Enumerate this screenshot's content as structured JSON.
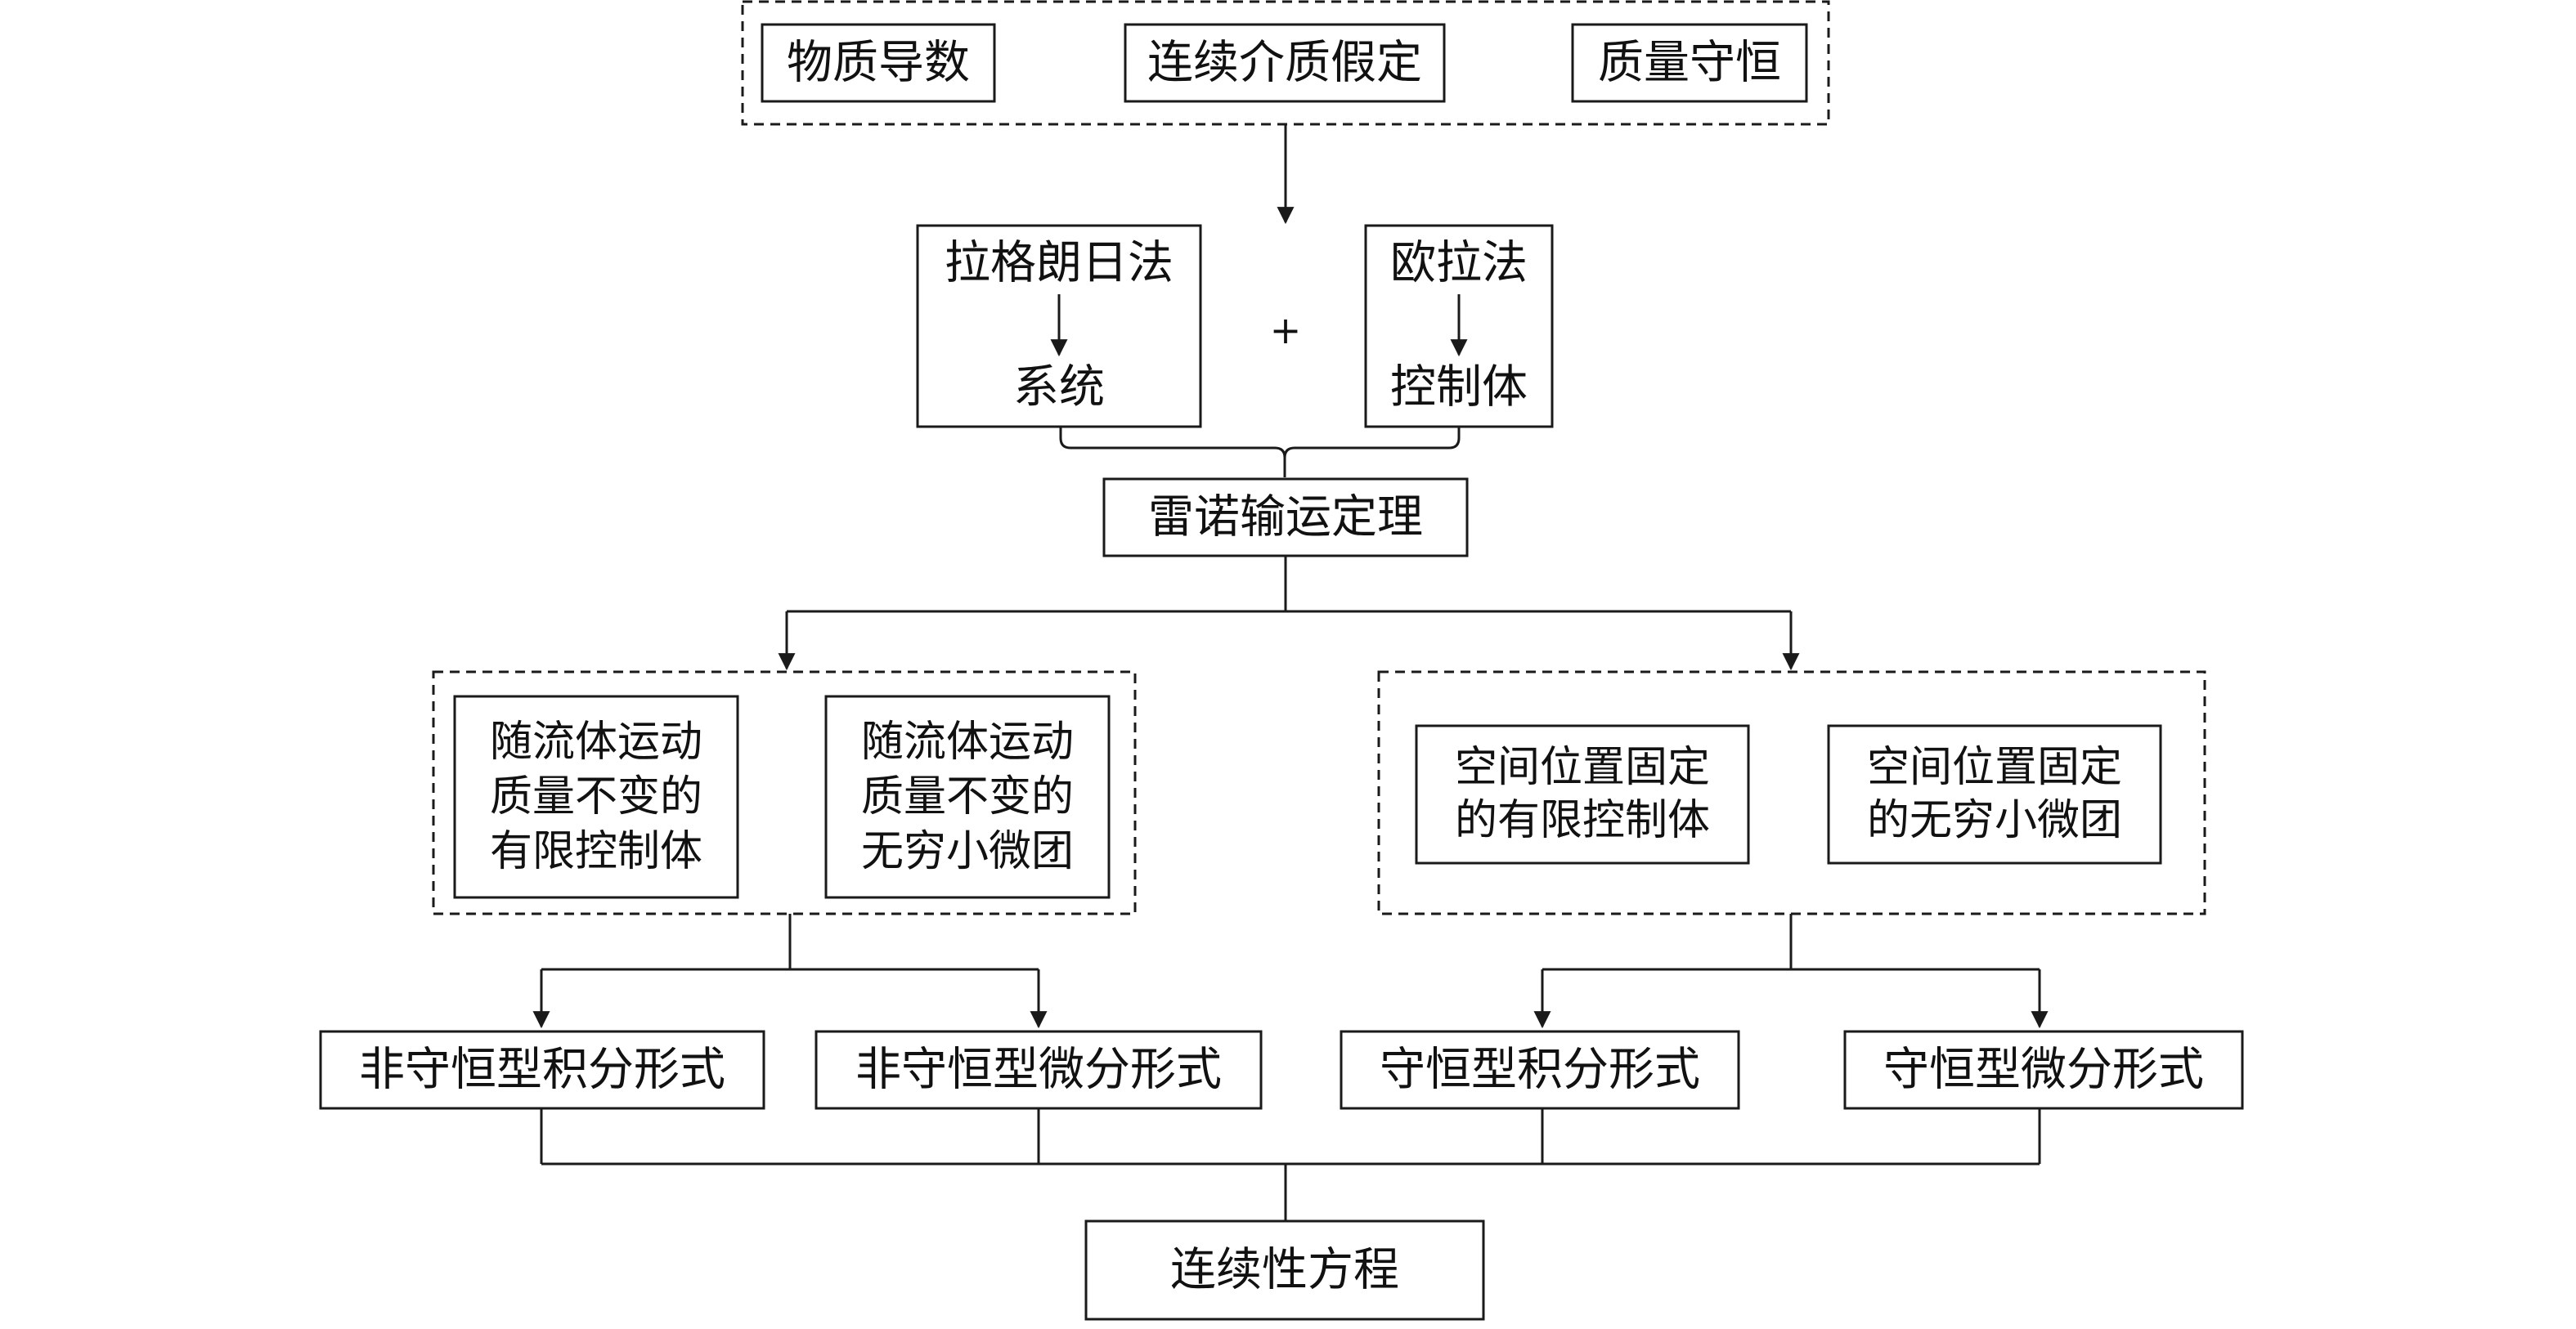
{
  "diagram": {
    "top_group": {
      "material_derivative": "物质导数",
      "continuum_hypothesis": "连续介质假定",
      "mass_conservation": "质量守恒"
    },
    "lagrangian": {
      "method": "拉格朗日法",
      "target": "系统"
    },
    "operator_plus": "+",
    "eulerian": {
      "method": "欧拉法",
      "target": "控制体"
    },
    "reynolds_transport_theorem": "雷诺输运定理",
    "left_group": {
      "finite_cv": [
        "随流体运动",
        "质量不变的",
        "有限控制体"
      ],
      "infinitesimal": [
        "随流体运动",
        "质量不变的",
        "无穷小微团"
      ]
    },
    "right_group": {
      "finite_cv": [
        "空间位置固定",
        "的有限控制体"
      ],
      "infinitesimal": [
        "空间位置固定",
        "的无穷小微团"
      ]
    },
    "forms": {
      "nonconservative_integral": "非守恒型积分形式",
      "nonconservative_differential": "非守恒型微分形式",
      "conservative_integral": "守恒型积分形式",
      "conservative_differential": "守恒型微分形式"
    },
    "result": "连续性方程"
  }
}
